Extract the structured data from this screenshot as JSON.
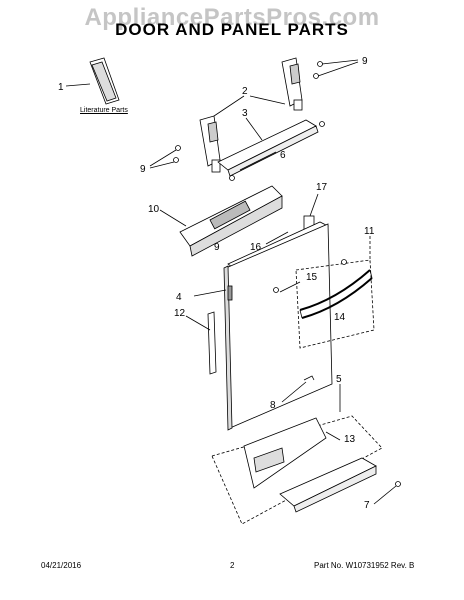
{
  "watermark": "AppliancePartsPros.com",
  "title": "DOOR AND PANEL PARTS",
  "literature_label": "Literature Parts",
  "callouts": [
    "1",
    "2",
    "3",
    "4",
    "5",
    "6",
    "7",
    "8",
    "9",
    "9",
    "9",
    "10",
    "11",
    "12",
    "13",
    "14",
    "15",
    "16",
    "17"
  ],
  "footer": {
    "date": "04/21/2016",
    "page": "2",
    "part_number": "Part No. W10731952  Rev. B"
  }
}
